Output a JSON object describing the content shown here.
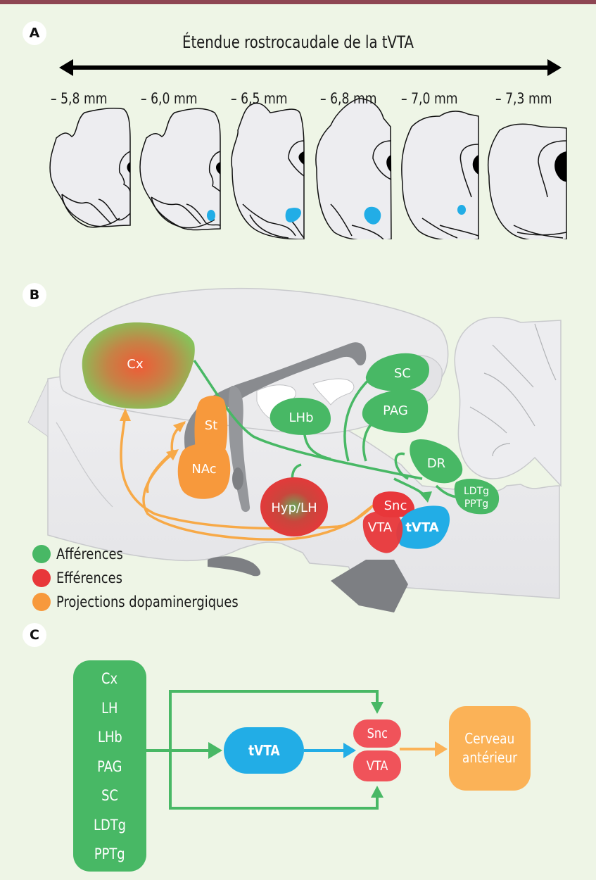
{
  "panels": {
    "a": {
      "badge": "A",
      "title": "Étendue rostrocaudale de la tVTA",
      "levels": [
        "– 5,8 mm",
        "– 6,0 mm",
        "– 6,5 mm",
        "– 6,8 mm",
        "– 7,0 mm",
        "– 7,3 mm"
      ],
      "tvta_presence": [
        false,
        true,
        true,
        true,
        true,
        false
      ]
    },
    "b": {
      "badge": "B",
      "regions": {
        "cx": "Cx",
        "st": "St",
        "nac": "NAc",
        "lhb": "LHb",
        "sc": "SC",
        "pag": "PAG",
        "dr": "DR",
        "ldtg": "LDTg",
        "pptg": "PPTg",
        "hyp": "Hyp/LH",
        "snc": "Snc",
        "vta": "VTA",
        "tvta": "tVTA"
      },
      "legend": [
        {
          "label": "Afférences",
          "color": "#48b865"
        },
        {
          "label": "Efférences",
          "color": "#e8373a"
        },
        {
          "label": "Projections dopaminergiques",
          "color": "#f7993c"
        }
      ]
    },
    "c": {
      "badge": "C",
      "inputs": [
        "Cx",
        "LH",
        "LHb",
        "PAG",
        "SC",
        "LDTg",
        "PPTg"
      ],
      "tvta": "tVTA",
      "snc": "Snc",
      "vta": "VTA",
      "target_line1": "Cerveau",
      "target_line2": "antérieur"
    }
  },
  "colors": {
    "green": "#48b865",
    "red": "#e8373a",
    "red_light": "#f0535a",
    "orange": "#f7993c",
    "orange_light": "#fbb257",
    "blue": "#22ade6",
    "brain_fill": "#ebebed",
    "brain_stroke": "#bfc0c3",
    "dark_gray": "#7d7f83"
  }
}
